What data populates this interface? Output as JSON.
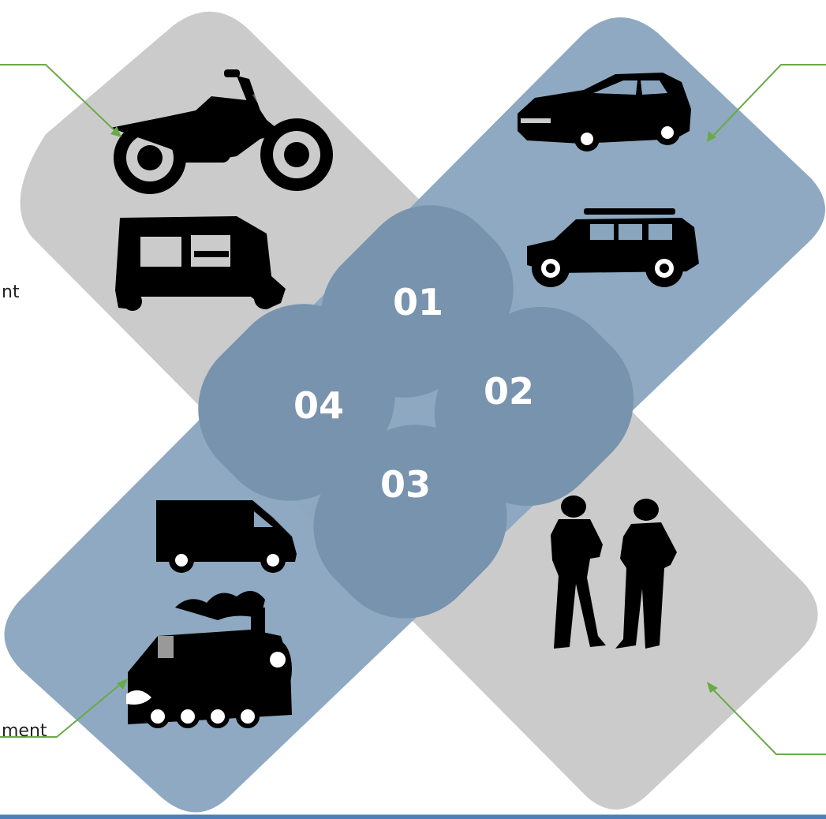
{
  "colors": {
    "gray_band": "#cbcbcb",
    "blue_band": "#8aa6bf",
    "petal": "#7893ad",
    "callout_line": "#6aaa46",
    "silhouette": "#000000",
    "bottom_bar": "#4f7fb8"
  },
  "petals": [
    {
      "number": "01"
    },
    {
      "number": "02"
    },
    {
      "number": "03"
    },
    {
      "number": "04"
    }
  ],
  "side_text": {
    "left_top": "nt",
    "left_bottom": "ment"
  },
  "icons": [
    "motorcycle-icon",
    "auto-rickshaw-icon",
    "sedan-car-icon",
    "suv-jeep-icon",
    "delivery-van-icon",
    "steam-locomotive-icon",
    "workers-silhouette-icon"
  ]
}
